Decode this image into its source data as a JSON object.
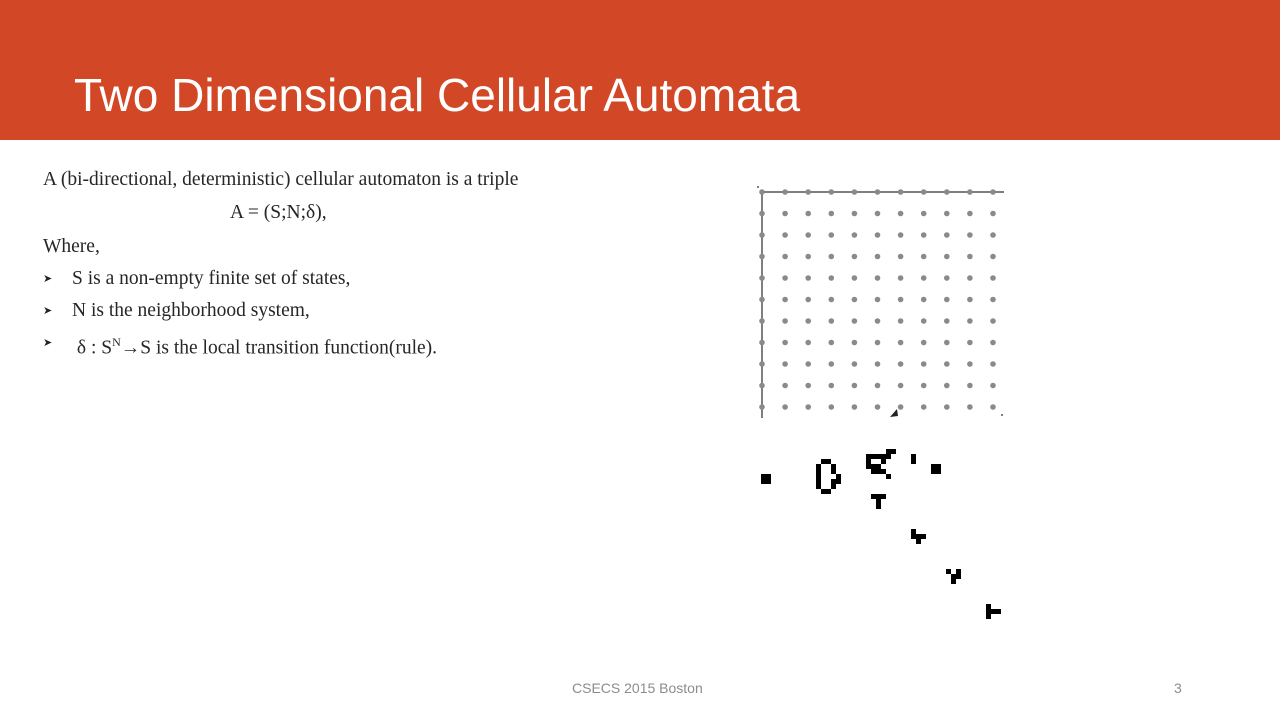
{
  "slide": {
    "title": "Two Dimensional Cellular Automata",
    "accent_color": "#D24726"
  },
  "content": {
    "intro": "A (bi-directional, deterministic) cellular automaton is a triple",
    "formula": "A = (S;N;δ),",
    "where": "Where,",
    "bullets": [
      {
        "text": "S is a non-empty finite set of  states,"
      },
      {
        "text": "N is the neighborhood system,"
      },
      {
        "prefix": " δ : S",
        "superscript": "N",
        "suffix": "→S is the local transition function(rule)."
      }
    ],
    "bullet_icon": "arrowhead-bullet-icon"
  },
  "footer": {
    "text": "CSECS 2015 Boston",
    "page_number": "3"
  }
}
